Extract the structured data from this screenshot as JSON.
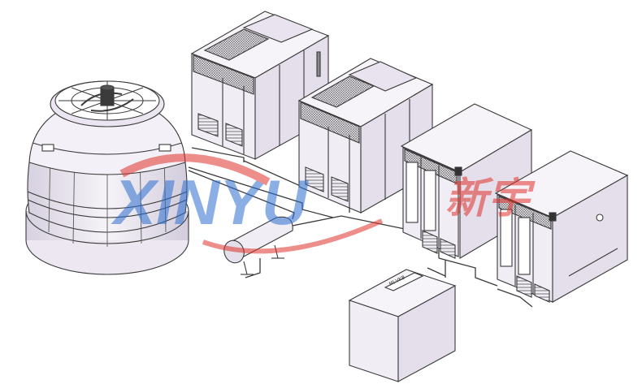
{
  "scene": {
    "background": "#ffffff",
    "body_fill": "#f1edf5",
    "body_shade": "#d9d3e3",
    "line_color": "#3a3a3a",
    "grille_color": "#6b6b6b"
  },
  "watermark": {
    "latin": "XINYU",
    "chinese": "新宇",
    "colors": {
      "blue": "#2d6fd0",
      "red": "#e0322b"
    }
  },
  "water_box": {
    "plate_text": "MI-VKB"
  },
  "components": [
    {
      "name": "cooling-tower",
      "icon": "cooling-tower-icon"
    },
    {
      "name": "chamber-1",
      "icon": "test-chamber-icon"
    },
    {
      "name": "chamber-2",
      "icon": "test-chamber-icon"
    },
    {
      "name": "chamber-3",
      "icon": "test-chamber-icon"
    },
    {
      "name": "chamber-4",
      "icon": "test-chamber-icon"
    },
    {
      "name": "pressure-tank",
      "icon": "tank-icon"
    },
    {
      "name": "water-box",
      "icon": "box-icon"
    }
  ]
}
